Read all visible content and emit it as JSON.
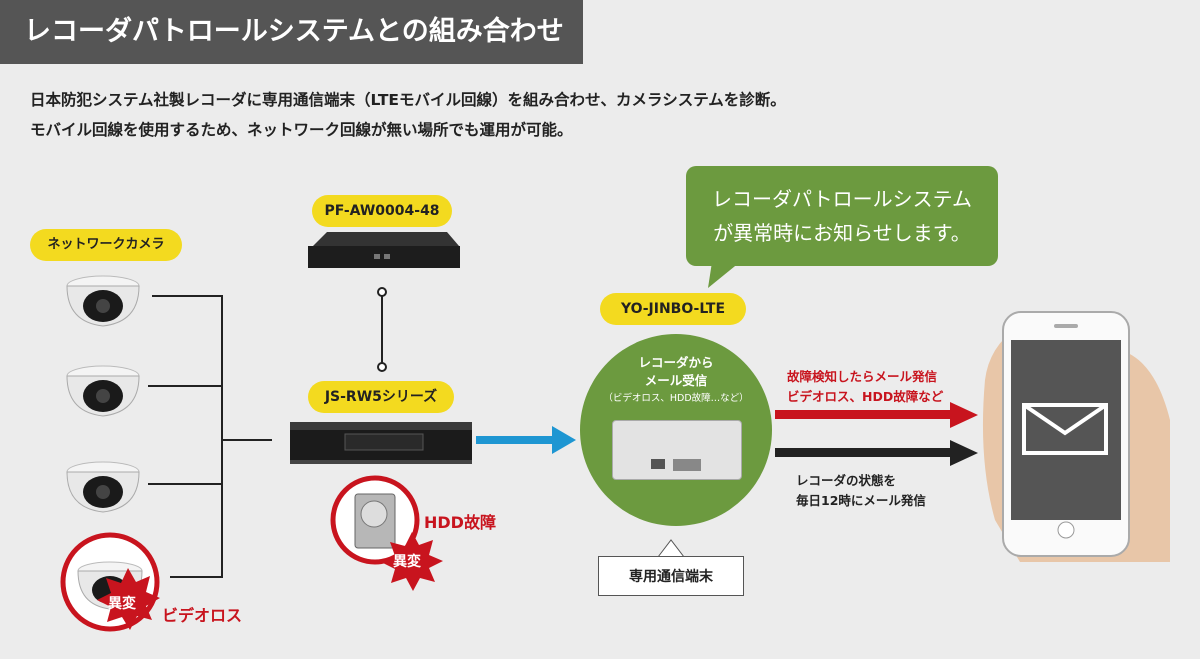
{
  "header": {
    "title": "レコーダパトロールシステムとの組み合わせ"
  },
  "description": {
    "line1": "日本防犯システム社製レコーダに専用通信端末（LTEモバイル回線）を組み合わせ、カメラシステムを診断。",
    "line2": "モバイル回線を使用するため、ネットワーク回線が無い場所でも運用が可能。"
  },
  "labels": {
    "cameras": "ネットワークカメラ",
    "switch": "PF-AW0004-48",
    "recorder": "JS-RW5シリーズ",
    "terminal": "YO-JINBO-LTE",
    "terminal_caption": "専用通信端末"
  },
  "callout": {
    "line1": "レコーダパトロールシステム",
    "line2": "が異常時にお知らせします。"
  },
  "terminal_circle": {
    "line1": "レコーダから",
    "line2": "メール受信",
    "line3": "（ビデオロス、HDD故障…など）"
  },
  "alerts": {
    "ijou": "異変",
    "video_loss": "ビデオロス",
    "hdd_failure": "HDD故障"
  },
  "arrows": {
    "red_line1": "故障検知したらメール発信",
    "red_line2": "ビデオロス、HDD故障など",
    "black_line1": "レコーダの状態を",
    "black_line2": "毎日12時にメール発信"
  },
  "colors": {
    "accent_yellow": "#f3da1f",
    "green": "#6c9a3f",
    "red": "#c8141e",
    "blue_arrow": "#1e96d2",
    "title_bg": "#555555"
  },
  "icons": [
    "dome-camera-icon",
    "rack-switch-icon",
    "recorder-icon",
    "hdd-icon",
    "burst-icon",
    "lte-terminal-icon",
    "smartphone-icon",
    "mail-icon"
  ]
}
